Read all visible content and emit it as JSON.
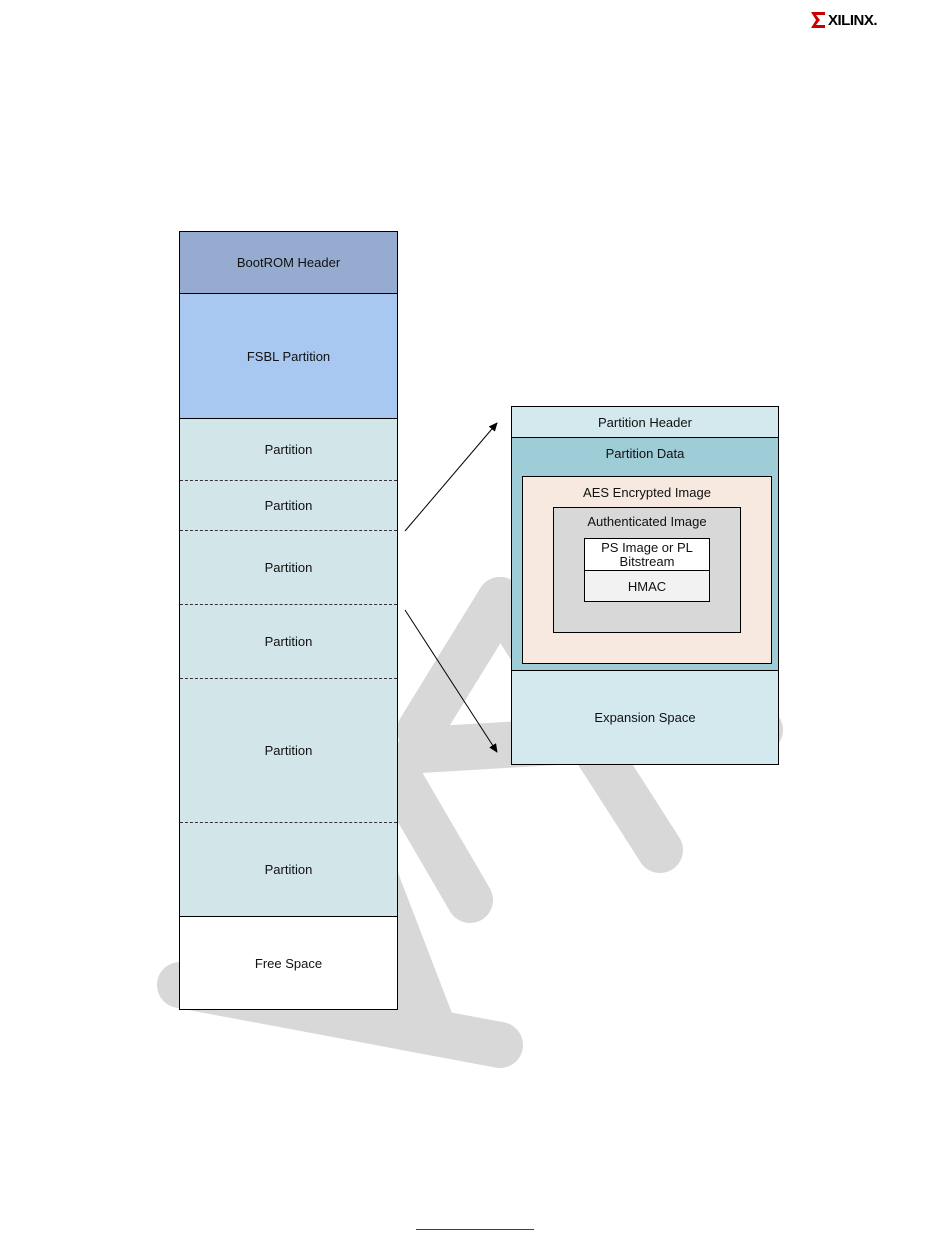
{
  "logo": {
    "text": "XILINX."
  },
  "stack": {
    "bootrom_header": "BootROM Header",
    "fsbl_partition": "FSBL Partition",
    "partitions": [
      "Partition",
      "Partition",
      "Partition",
      "Partition",
      "Partition",
      "Partition"
    ],
    "free_space": "Free Space"
  },
  "detail": {
    "partition_header": "Partition Header",
    "partition_data": "Partition Data",
    "aes_encrypted_image": "AES Encrypted Image",
    "authenticated_image": "Authenticated Image",
    "ps_image": "PS Image or PL Bitstream",
    "hmac": "HMAC",
    "expansion_space": "Expansion Space"
  },
  "colors": {
    "bootrom": "#95acd0",
    "fsbl": "#a8c8f2",
    "partition": "#d2e6ea",
    "partition_data": "#9fcdd7",
    "aes": "#f7e9df",
    "authenticated": "#d8d8d8",
    "logo_red": "#cc0000"
  }
}
